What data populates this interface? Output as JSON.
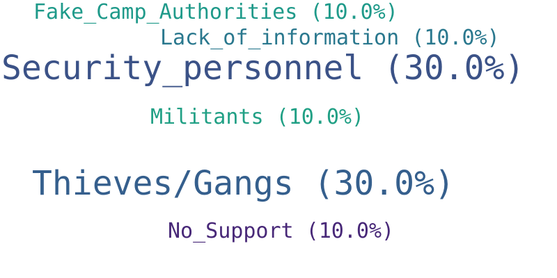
{
  "chart_data": {
    "type": "wordcloud",
    "title": "",
    "words": [
      {
        "label": "Security_personnel (30.0%)",
        "category": "Security_personnel",
        "percent": 30.0,
        "color": "#3b5287"
      },
      {
        "label": "Thieves/Gangs (30.0%)",
        "category": "Thieves/Gangs",
        "percent": 30.0,
        "color": "#355f8d"
      },
      {
        "label": "Fake_Camp_Authorities (10.0%)",
        "category": "Fake_Camp_Authorities",
        "percent": 10.0,
        "color": "#1f9a8a"
      },
      {
        "label": "Lack_of_information (10.0%)",
        "category": "Lack_of_information",
        "percent": 10.0,
        "color": "#2a788e"
      },
      {
        "label": "Militants (10.0%)",
        "category": "Militants",
        "percent": 10.0,
        "color": "#21a085"
      },
      {
        "label": "No_Support (10.0%)",
        "category": "No_Support",
        "percent": 10.0,
        "color": "#482878"
      }
    ]
  }
}
